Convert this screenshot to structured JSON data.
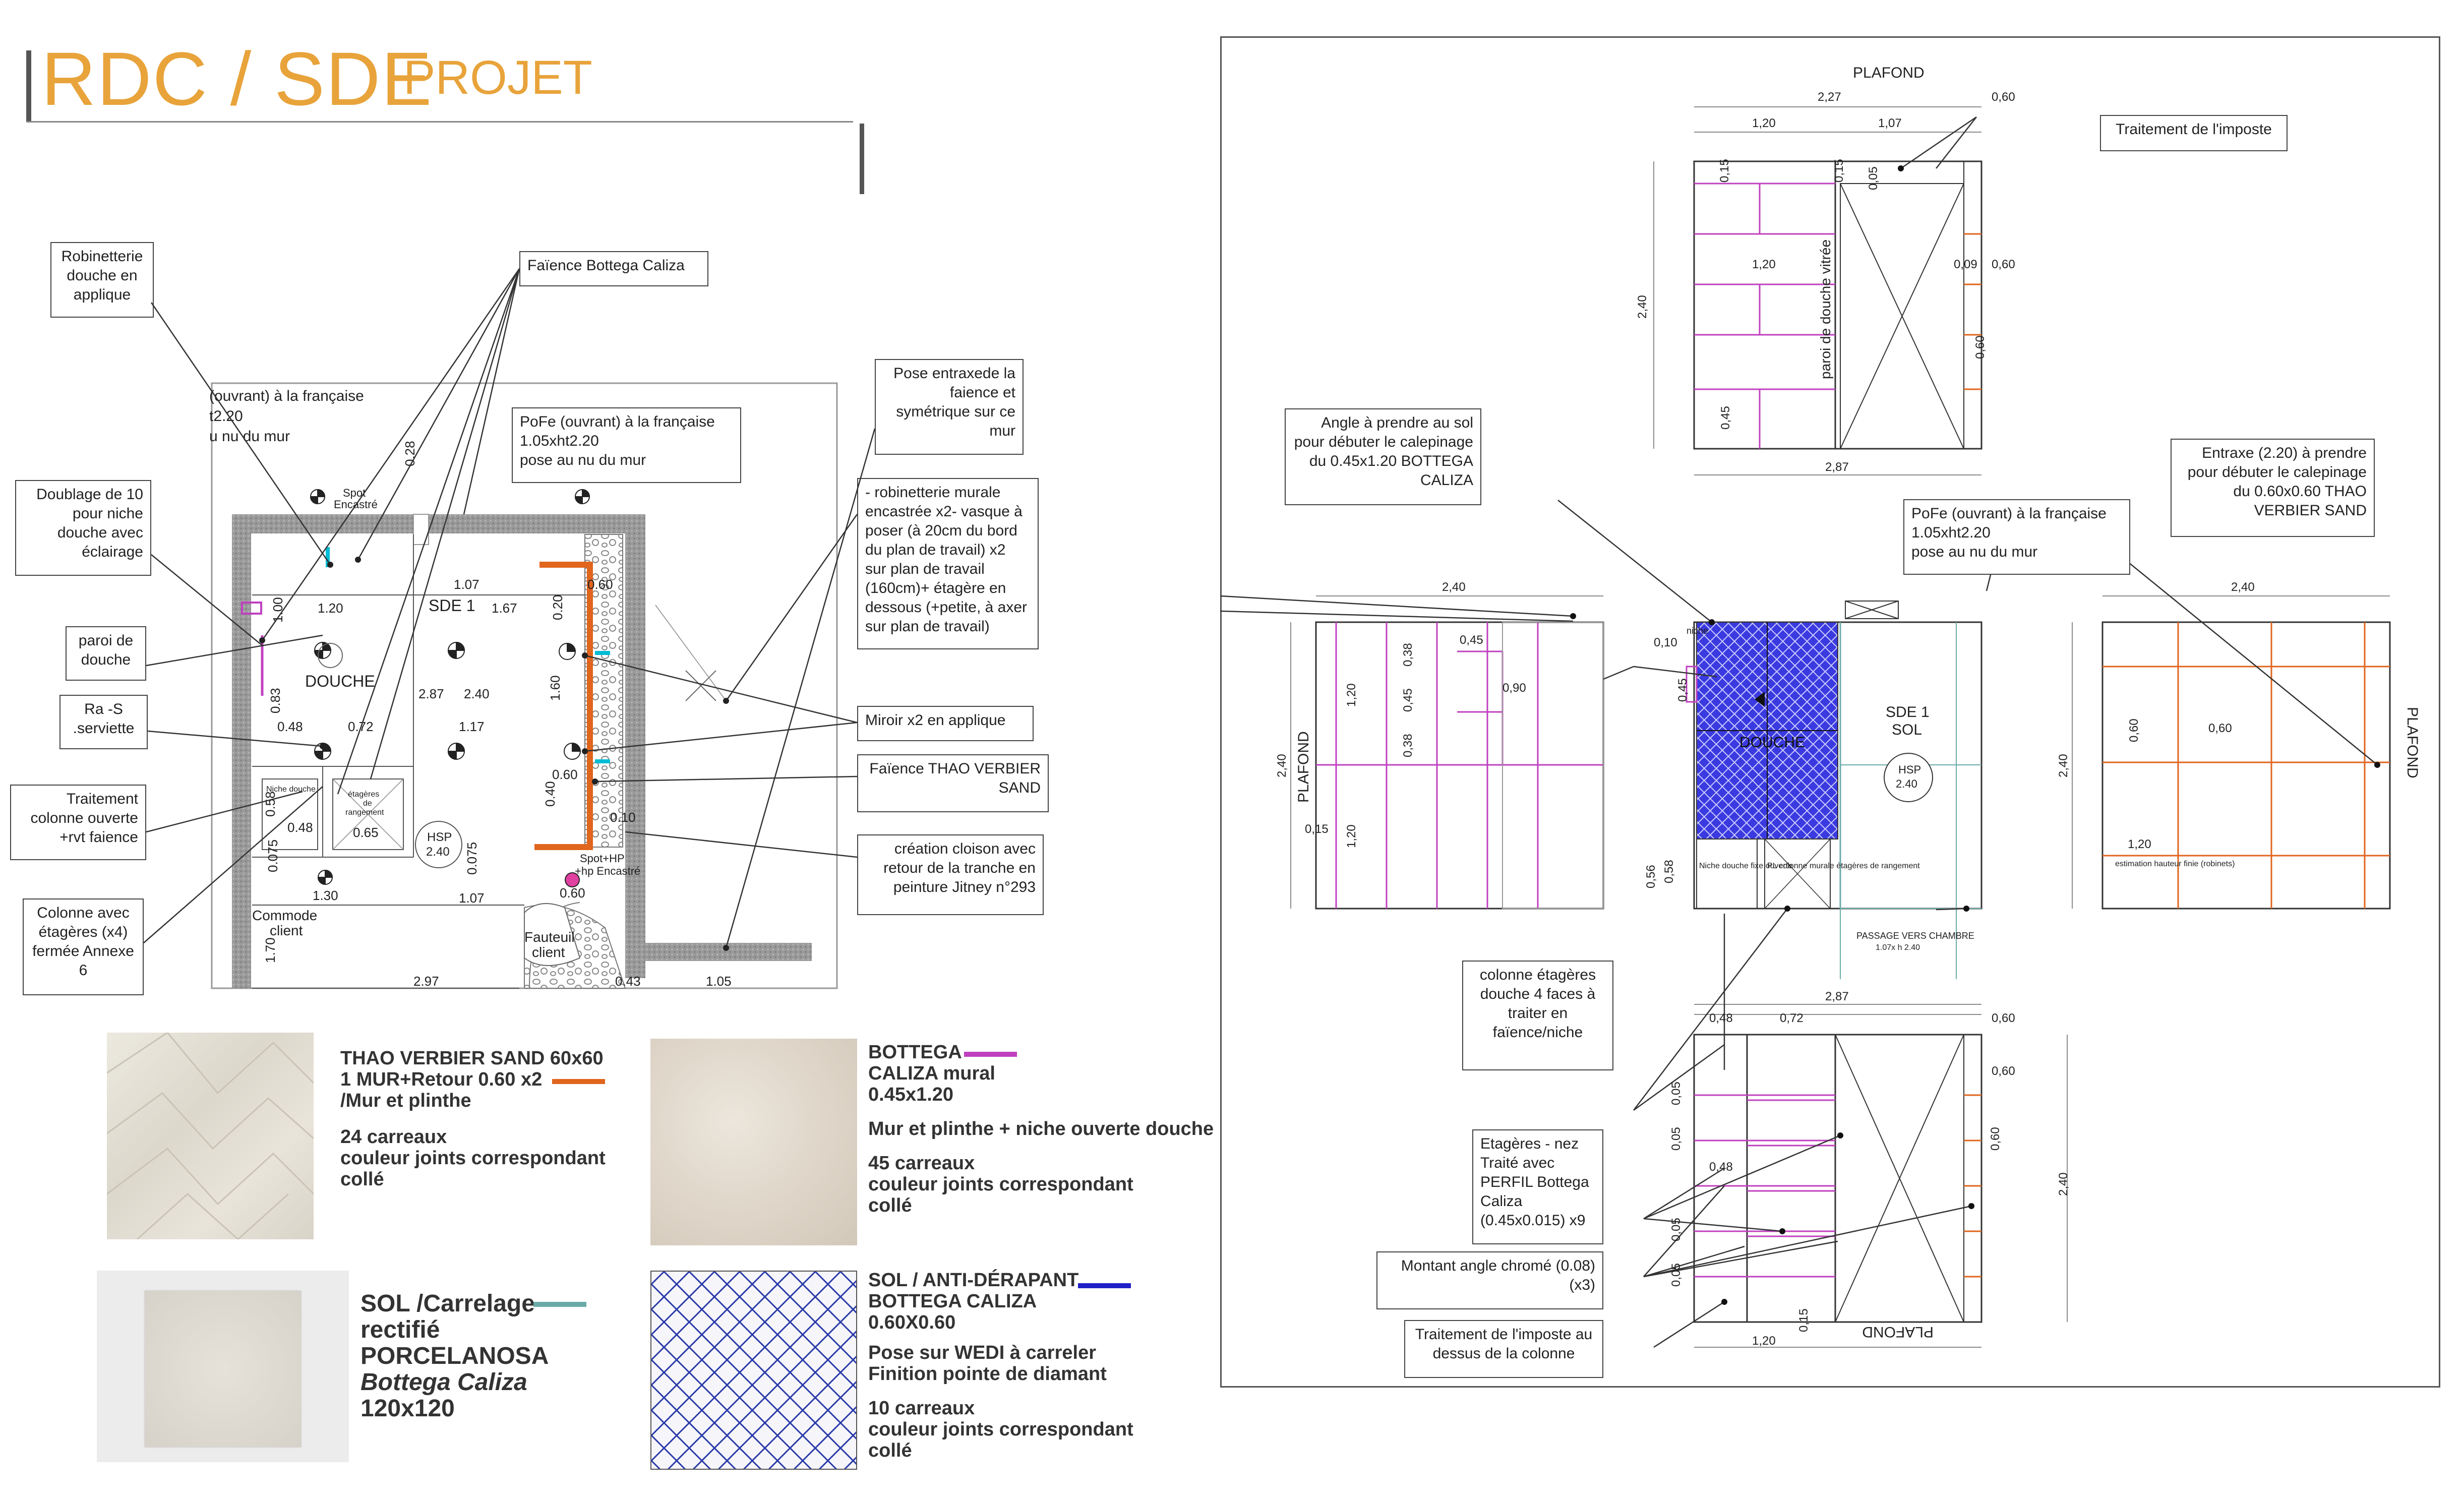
{
  "header": {
    "title": "RDC / SDE",
    "subtitle": "PROJET"
  },
  "colors": {
    "accent": "#e8a33a",
    "orange": "#e0651d",
    "magenta": "#c040c0",
    "teal": "#6aaba8",
    "blue": "#2020c8"
  },
  "plan": {
    "labels": {
      "sde1": "SDE 1",
      "douche": "DOUCHE",
      "hsp": "HSP",
      "hsp_val": "2.40",
      "commode": "Commode",
      "client": "client",
      "fauteuil": "Fauteuil",
      "fauteuil_client": "client",
      "niche_douche": "Niche douche",
      "etageres": "étagères",
      "de": "de",
      "rangement": "rangement",
      "spot": "Spot",
      "encastre": "Encastré",
      "spot_hp": "Spot+HP",
      "hp_encastre": "+hp Encastré",
      "partial_line1": "(ouvrant) à la française",
      "partial_line2": "t2.20",
      "partial_line3": "u nu du mur"
    },
    "dims": [
      "1.07",
      "0.60",
      "0.28",
      "0.20",
      "1.20",
      "1.67",
      "1.00",
      "2.87",
      "2.40",
      "1.60",
      "0.83",
      "0.48",
      "0.72",
      "1.17",
      "0.60",
      "0.58",
      "0.48",
      "0.65",
      "0.075",
      "0.075",
      "1.07",
      "1.30",
      "0.40",
      "0.60",
      "1.70",
      "2.97",
      "0.43",
      "1.05",
      "0.10"
    ]
  },
  "callouts": {
    "robinetterie": "Robinetterie douche en applique",
    "faience_bottega": "Faïence Bottega Caliza",
    "pose_entraxe": "Pose entraxede la faience et symétrique sur ce mur",
    "pofe_line1": "PoFe (ouvrant) à la française",
    "pofe_line2": "1.05xht2.20",
    "pofe_line3": "pose au nu du mur",
    "robinetterie_murale": "- robinetterie murale encastrée x2- vasque à poser (à 20cm du bord du plan de travail) x2 sur plan de travail (160cm)+ étagère en dessous (+petite, à axer sur plan de travail)",
    "doublage": "Doublage de 10 pour niche douche avec éclairage",
    "paroi": "paroi de douche",
    "ra_s": "Ra -S .serviette",
    "traitement_colonne": "Traitement colonne ouverte +rvt faience",
    "colonne_etageres": "Colonne avec étagères (x4) fermée Annexe 6",
    "miroir": "Miroir x2 en applique",
    "faience_thao": "Faïence THAO VERBIER SAND",
    "creation_cloison": "création cloison avec retour de la tranche en peinture Jitney n°293"
  },
  "legend": {
    "thao": {
      "line1": "THAO VERBIER SAND 60x60",
      "line2": "1 MUR+Retour 0.60 x2",
      "line3": "/Mur et plinthe",
      "line4": "24 carreaux",
      "line5": "couleur joints correspondant",
      "line6": "collé"
    },
    "bottega": {
      "line1": "BOTTEGA",
      "line2": "CALIZA mural",
      "line3": "0.45x1.20",
      "line4": "Mur et plinthe + niche ouverte douche",
      "line5": "45 carreaux",
      "line6": "couleur joints correspondant",
      "line7": "collé"
    },
    "sol": {
      "line1": "SOL /Carrelage",
      "line2": "rectifié",
      "line3": "PORCELANOSA",
      "line4": "Bottega Caliza",
      "line5": "120x120"
    },
    "antiderapant": {
      "line1": "SOL / ANTI-DÉRAPANT",
      "line2": "BOTTEGA CALIZA",
      "line3": "0.60X0.60",
      "line4": "Pose sur WEDI à carreler",
      "line5": "Finition pointe de diamant",
      "line6": "10 carreaux",
      "line7": "couleur joints correspondant",
      "line8": "collé"
    }
  },
  "elevations": {
    "plafond": "PLAFOND",
    "plafond_rot": "PLAFOND",
    "traitement_imposte": "Traitement de l'imposte",
    "paroi_vitree": "paroi de douche vitrée",
    "angle": "Angle à prendre au sol pour débuter le calepinage du 0.45x1.20 BOTTEGA CALIZA",
    "pofe_line1": "PoFe (ouvrant) à la française",
    "pofe_line2": "1.05xht2.20",
    "pofe_line3": "pose au nu du mur",
    "entraxe": "Entraxe (2.20) à prendre pour débuter le calepinage du 0.60x0.60 THAO VERBIER SAND",
    "sde1": "SDE 1",
    "sol": "SOL",
    "hsp": "HSP",
    "hsp_val": "2.40",
    "douche": "DOUCHE",
    "niche": "niche",
    "passage": "PASSAGE VERS CHAMBRE",
    "passage_dim": "1.07x h 2.40",
    "estimation": "estimation hauteur finie (robinets)",
    "colonne_etageres": "colonne étagères douche 4 faces à traiter en faïence/niche",
    "etageres_nez": "Etagères - nez Traité avec PERFIL Bottega Caliza (0.45x0.015) x9",
    "montant": "Montant angle chromé (0.08) (x3)",
    "traitement_imposte_colonne": "Traitement de l'imposte au dessus de la colonne",
    "niche_douche_ouverte": "Niche douche fixe ouverte",
    "pl_colonne": "PL colonne murale étagères de rangement",
    "dims": {
      "top_227": "2,27",
      "top_060": "0,60",
      "top_120": "1,20",
      "top_107": "1,07",
      "top_015a": "0,15",
      "top_015b": "0,15",
      "top_005": "0,05",
      "top_120b": "1,20",
      "top_009": "0,09",
      "top_060b": "0,60",
      "top_240": "2,40",
      "top_060c": "0,60",
      "top_045": "0,45",
      "top_287": "2,87",
      "left_240": "2,40",
      "left_045": "0,45",
      "left_038a": "0,38",
      "left_045b": "0,45",
      "left_090": "0,90",
      "left_120a": "1,20",
      "left_038b": "0,38",
      "left_015": "0,15",
      "left_120b": "1,20",
      "left_240v": "2,40",
      "mid_010": "0,10",
      "mid_045": "0,45",
      "mid_056": "0,56",
      "mid_058": "0,58",
      "right_240": "2,40",
      "right_060a": "0,60",
      "right_060b": "0,60",
      "right_120": "1,20",
      "right_240v": "2,40",
      "bot_287": "2,87",
      "bot_048": "0,48",
      "bot_072": "0,72",
      "bot_060": "0,60",
      "bot_060b": "0,60",
      "bot_060c": "0,60",
      "bot_005a": "0,05",
      "bot_005b": "0,05",
      "bot_048b": "0,48",
      "bot_005c": "0,05",
      "bot_005d": "0,05",
      "bot_240v": "2,40",
      "bot_015": "0,15",
      "bot_120": "1,20"
    }
  }
}
